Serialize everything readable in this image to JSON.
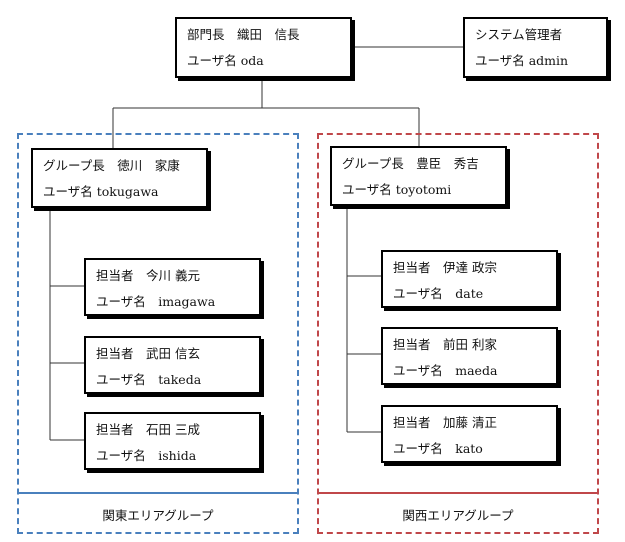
{
  "top": {
    "manager": {
      "title": "部門長　織田　信長",
      "user": "ユーザ名 oda"
    },
    "admin": {
      "title": "システム管理者",
      "user": "ユーザ名 admin"
    }
  },
  "groups": {
    "east": {
      "label": "関東エリアグループ",
      "color": "#4a80bd",
      "leader": {
        "title": "グループ長　徳川　家康",
        "user": "ユーザ名 tokugawa"
      },
      "members": [
        {
          "title": "担当者　今川 義元",
          "user": "ユーザ名　imagawa"
        },
        {
          "title": "担当者　武田 信玄",
          "user": "ユーザ名　takeda"
        },
        {
          "title": "担当者　石田 三成",
          "user": "ユーザ名　ishida"
        }
      ]
    },
    "west": {
      "label": "関西エリアグループ",
      "color": "#c0474a",
      "leader": {
        "title": "グループ長　豊臣　秀吉",
        "user": "ユーザ名 toyotomi"
      },
      "members": [
        {
          "title": "担当者　伊達 政宗",
          "user": "ユーザ名　date"
        },
        {
          "title": "担当者　前田 利家",
          "user": "ユーザ名　maeda"
        },
        {
          "title": "担当者　加藤 清正",
          "user": "ユーザ名　kato"
        }
      ]
    }
  }
}
